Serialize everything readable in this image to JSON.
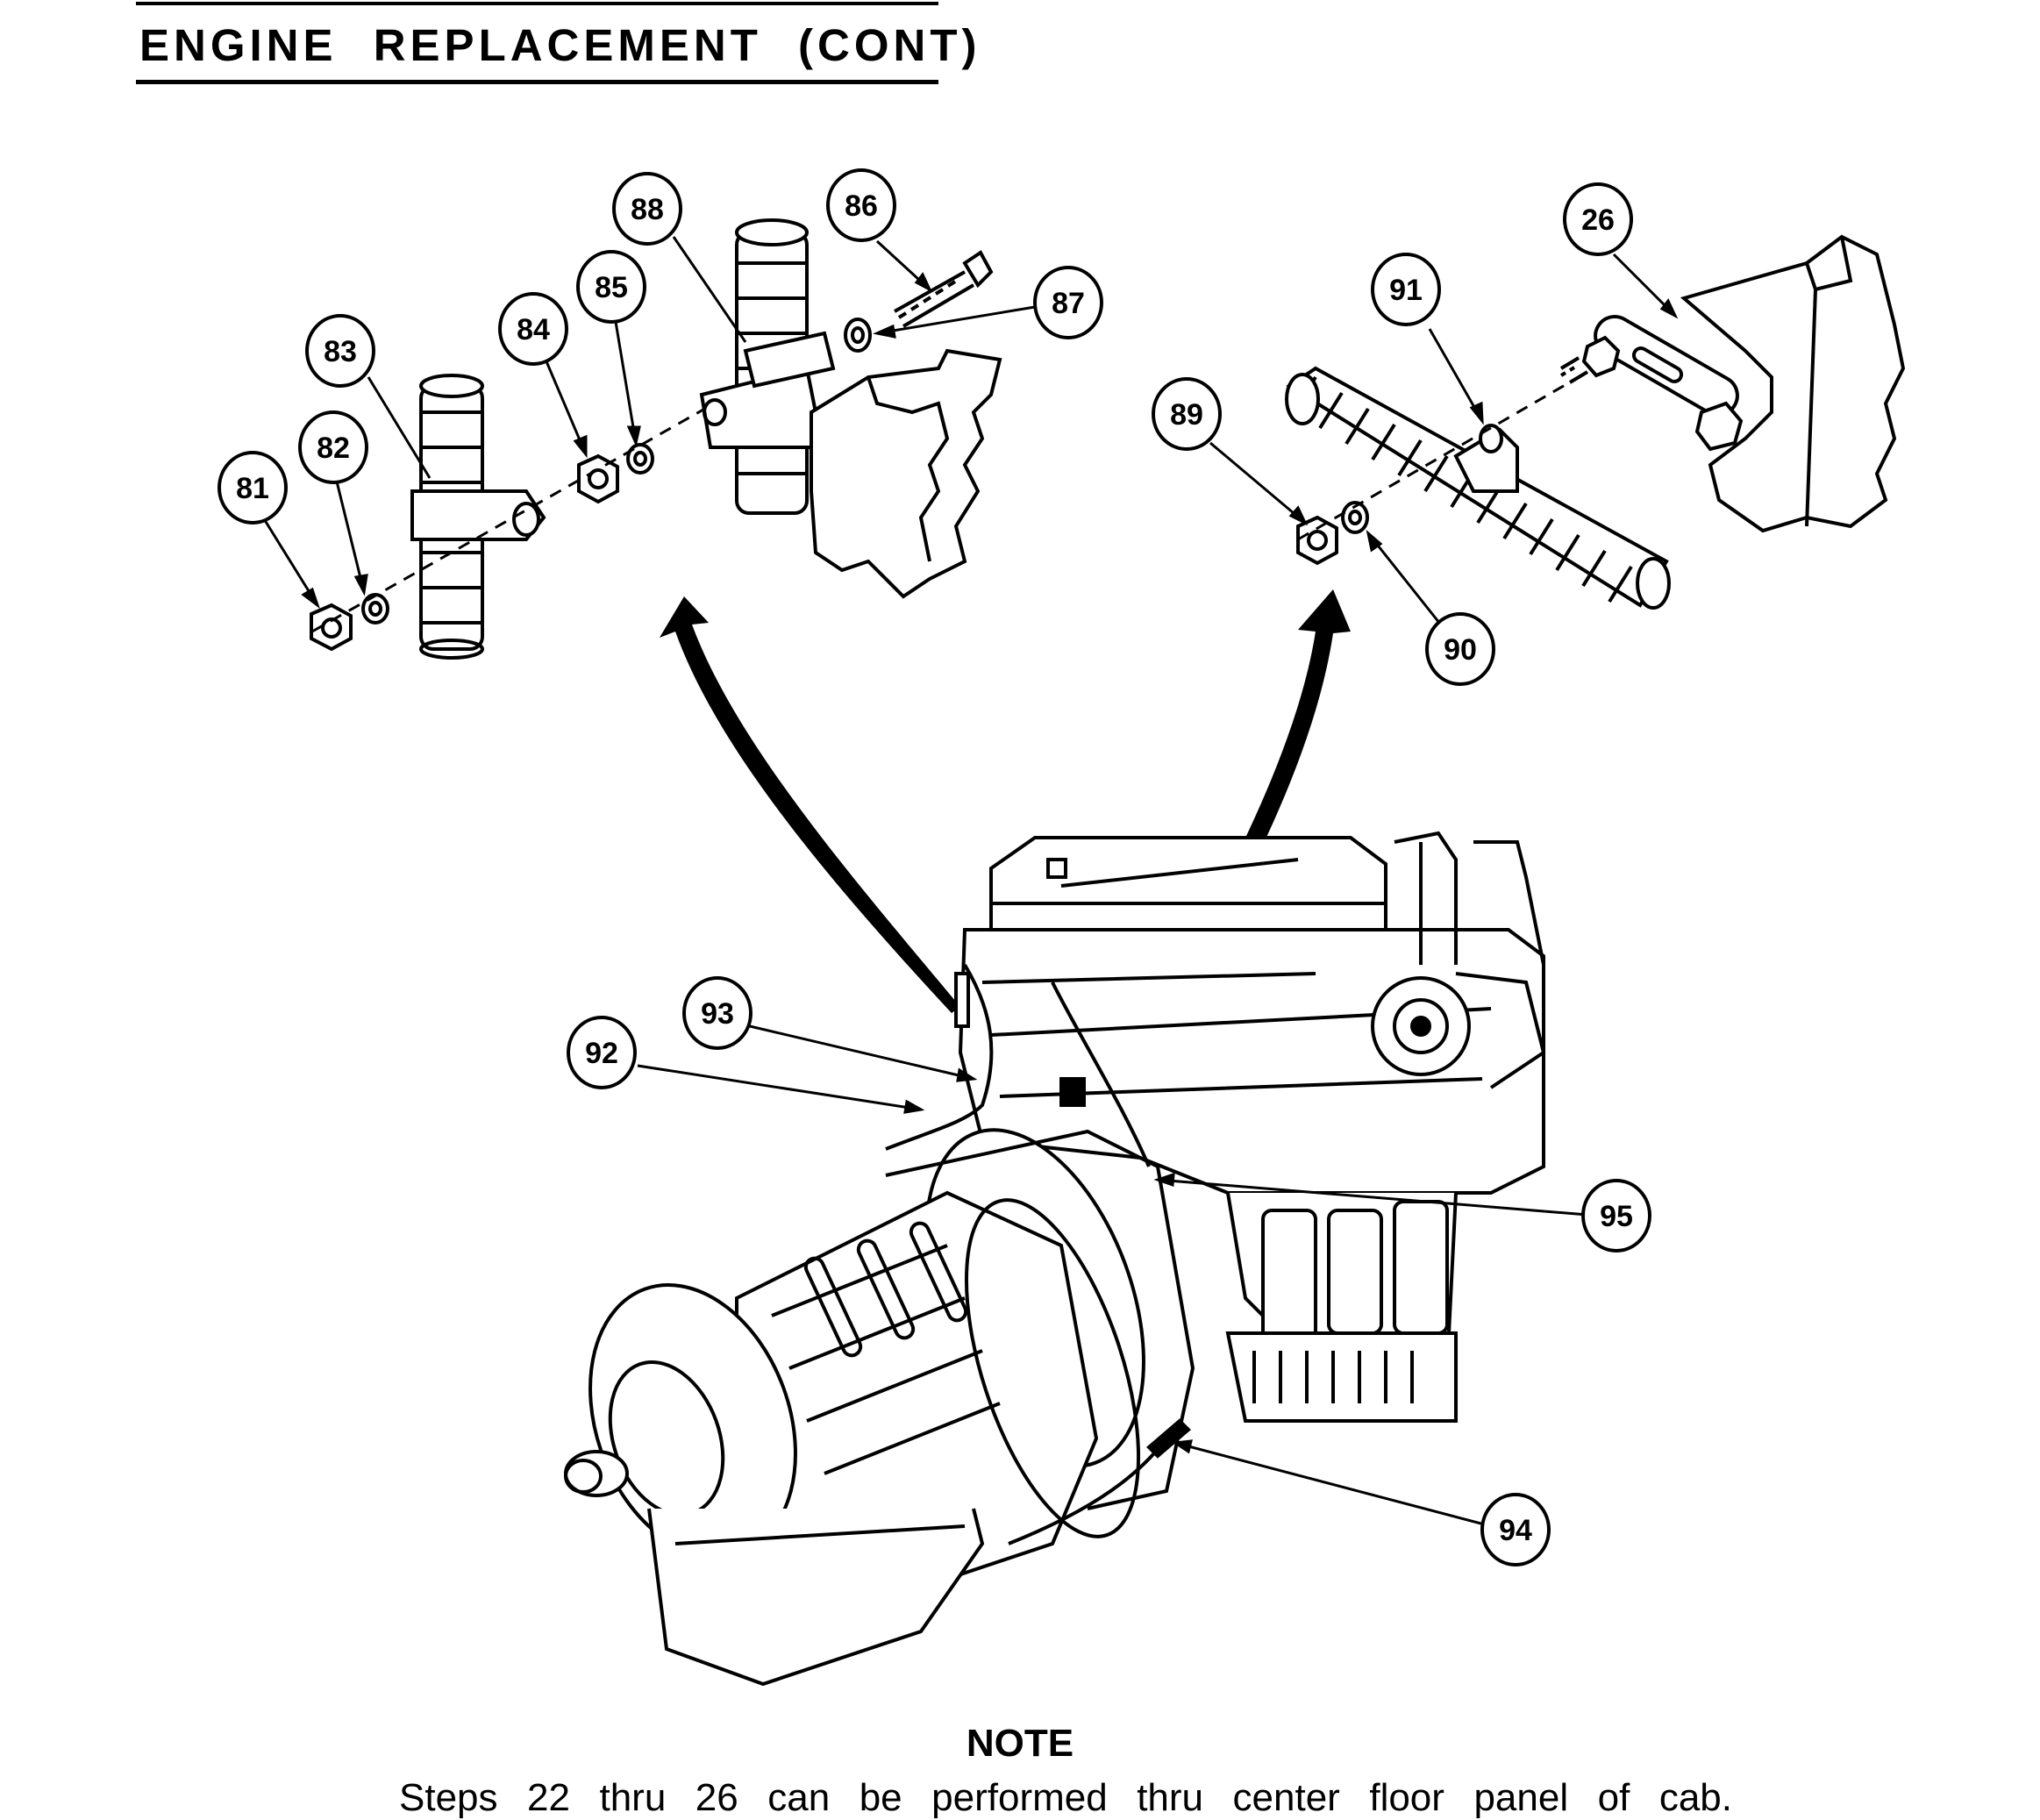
{
  "header": {
    "title": "ENGINE REPLACEMENT (CONT)"
  },
  "callouts": {
    "c81": "81",
    "c82": "82",
    "c83": "83",
    "c84": "84",
    "c85": "85",
    "c86": "86",
    "c87": "87",
    "c88": "88",
    "c26": "26",
    "c91": "91",
    "c89": "89",
    "c90": "90",
    "c93": "93",
    "c92": "92",
    "c95": "95",
    "c94": "94"
  },
  "note": {
    "title": "NOTE",
    "text": "Steps 22 thru 26 can be performed thru center floor panel of cab."
  }
}
